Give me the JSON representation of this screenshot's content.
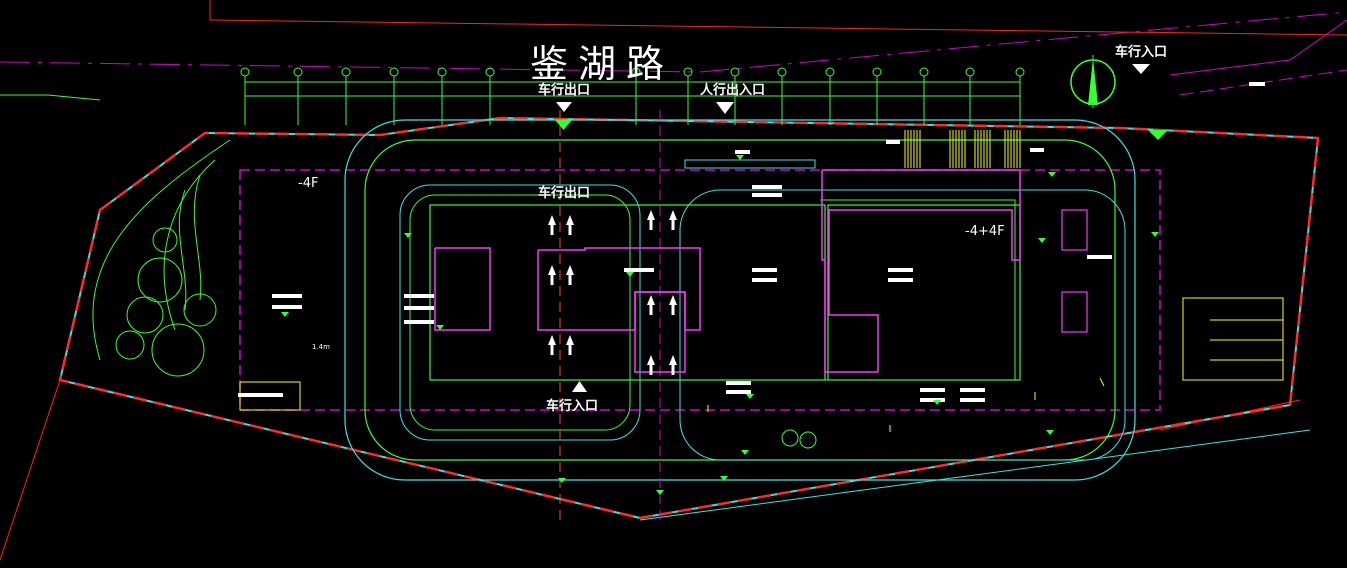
{
  "road_name": "鉴湖路",
  "labels": {
    "vehicle_entrance_top_right": "车行入口",
    "vehicle_exit_top": "车行出口",
    "pedestrian_entrance": "人行出入口",
    "vehicle_exit_inner": "车行出口",
    "vehicle_entrance_bottom": "车行入口",
    "floors_left": "-4F",
    "floors_right": "-4+4F",
    "small_value": "1.4m"
  },
  "colors": {
    "background": "#000000",
    "boundary_red": "#ff2a2a",
    "road_magenta": "#d400d4",
    "green_line": "#33ff33",
    "cyan_line": "#33e6e6",
    "yellow_text": "#ffff00",
    "white_text": "#ffffff"
  },
  "icons": [
    "north-arrow-icon",
    "entrance-triangle-icon",
    "tree-symbol-icon"
  ]
}
